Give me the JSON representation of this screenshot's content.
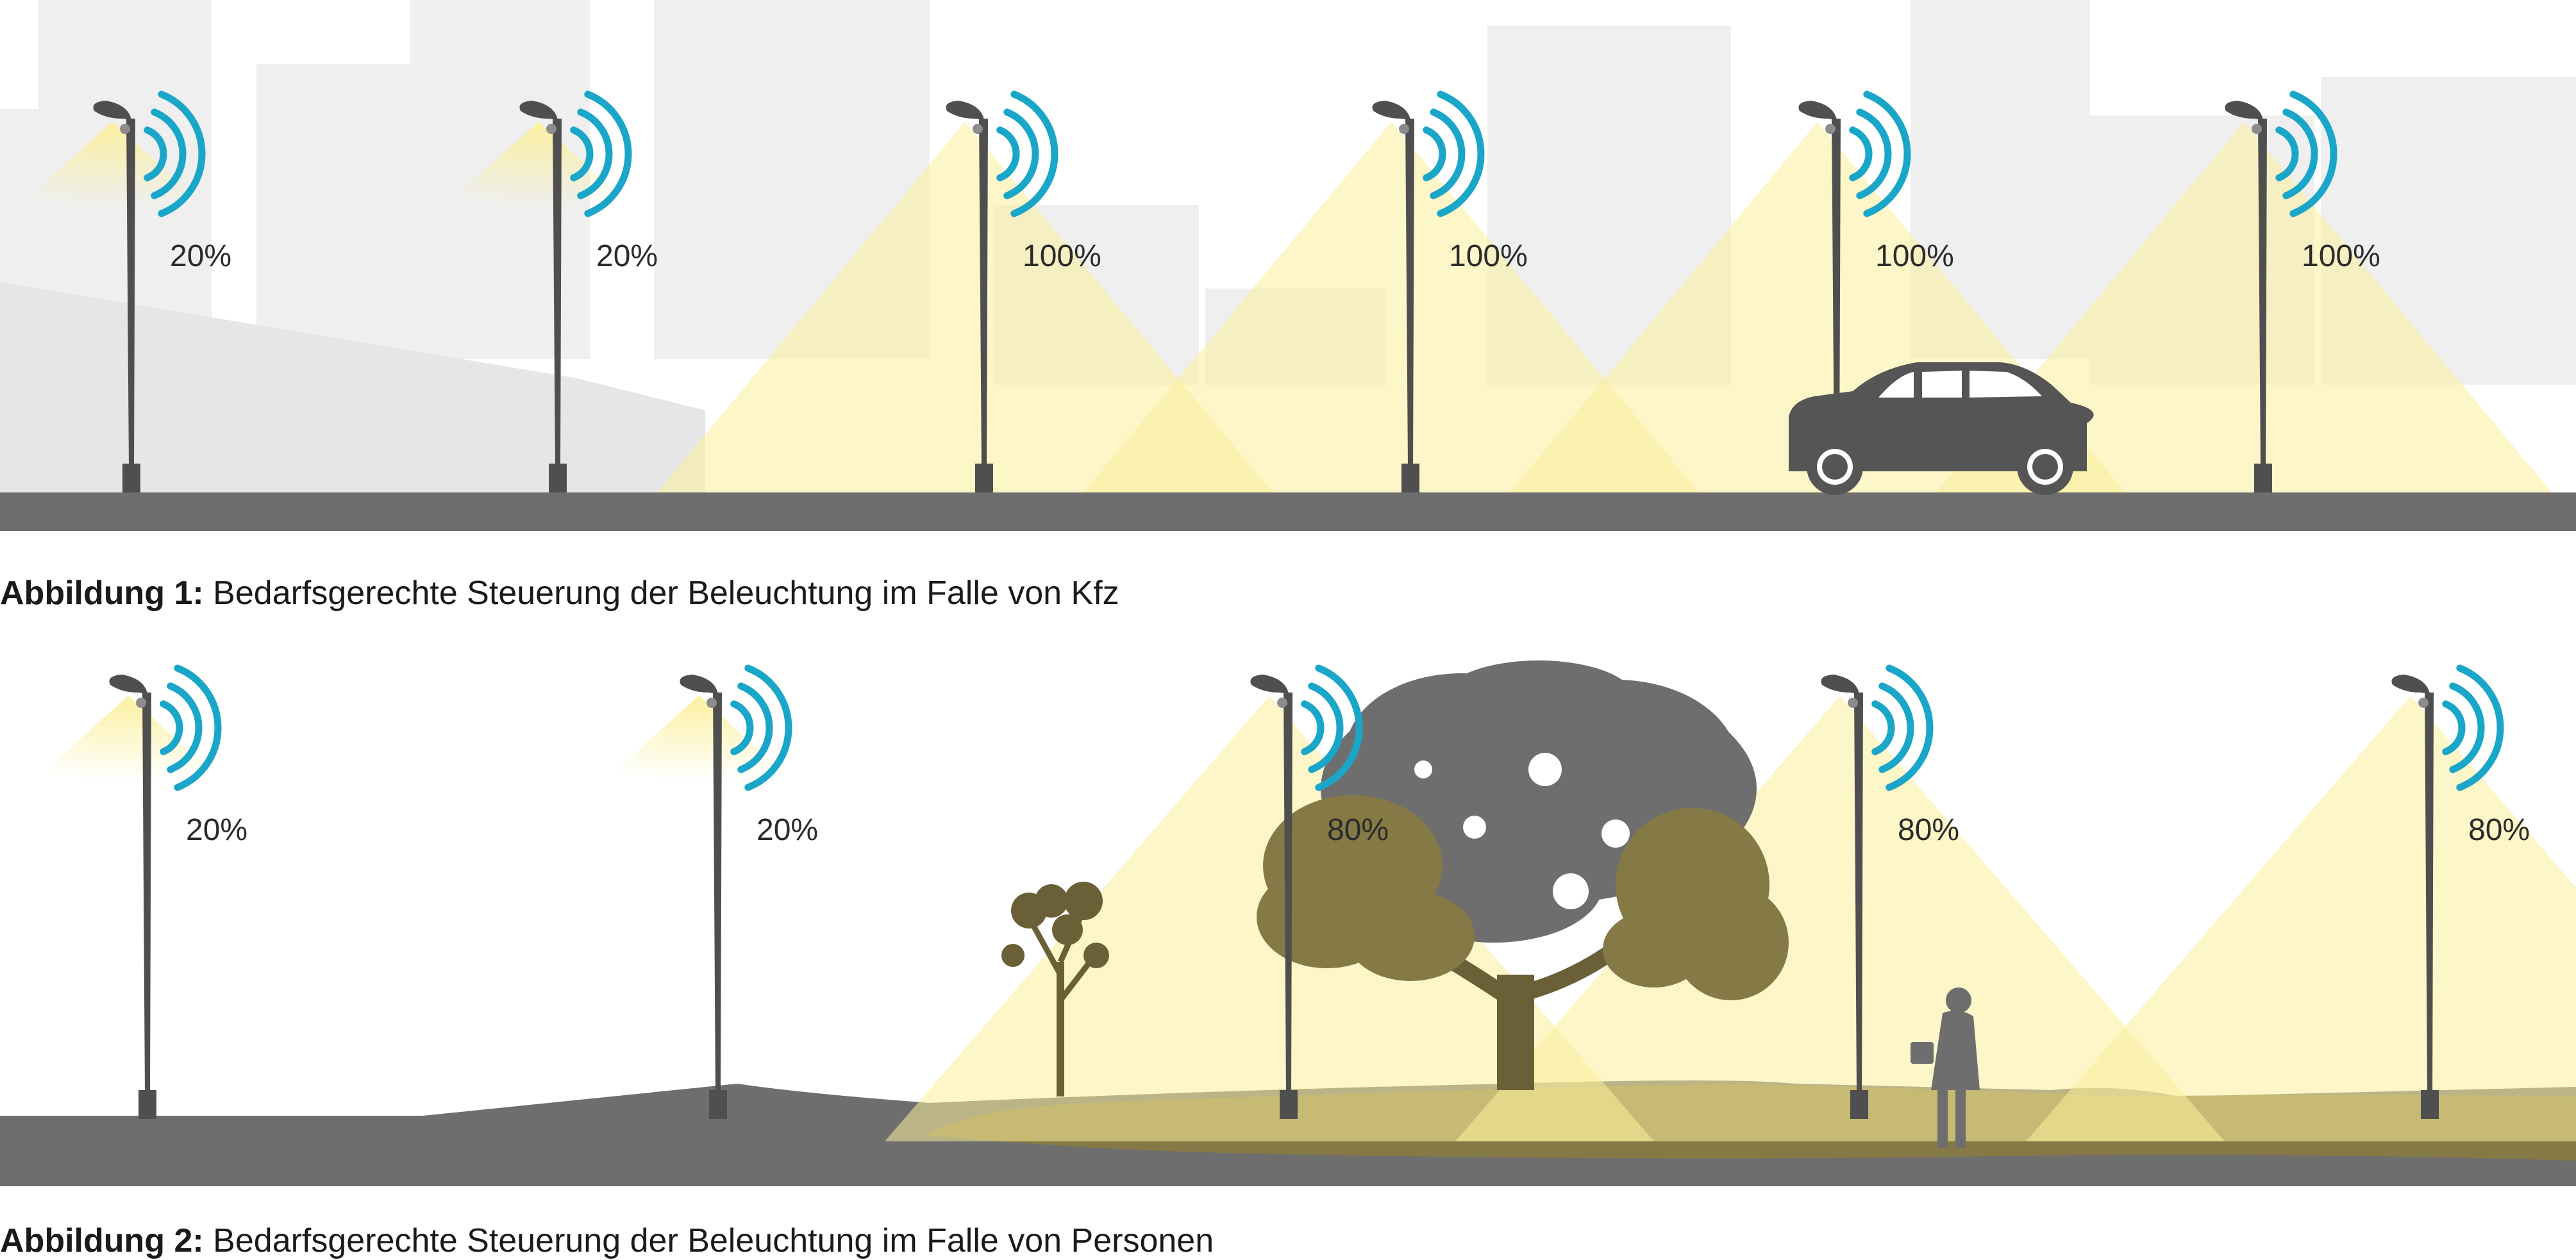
{
  "figure1": {
    "caption_label": "Abbildung 1:",
    "caption_text": " Bedarfsgerechte Steuerung der Beleuchtung im Falle von Kfz",
    "lamps": [
      {
        "level": "20%",
        "dimmed": true
      },
      {
        "level": "20%",
        "dimmed": true
      },
      {
        "level": "100%",
        "dimmed": false
      },
      {
        "level": "100%",
        "dimmed": false
      },
      {
        "level": "100%",
        "dimmed": false
      },
      {
        "level": "100%",
        "dimmed": false
      }
    ]
  },
  "figure2": {
    "caption_label": "Abbildung 2:",
    "caption_text": " Bedarfsgerechte Steuerung der Beleuchtung im Falle von Personen",
    "lamps": [
      {
        "level": "20%",
        "dimmed": true
      },
      {
        "level": "20%",
        "dimmed": true
      },
      {
        "level": "80%",
        "dimmed": false
      },
      {
        "level": "80%",
        "dimmed": false
      },
      {
        "level": "80%",
        "dimmed": false
      }
    ]
  },
  "colors": {
    "wave": "#1aa6c9",
    "pole": "#4f4f4f",
    "road": "#6e6e6e",
    "light": "#fbef9a",
    "lit_ground": "#857a46",
    "buildings": "#efefef"
  }
}
